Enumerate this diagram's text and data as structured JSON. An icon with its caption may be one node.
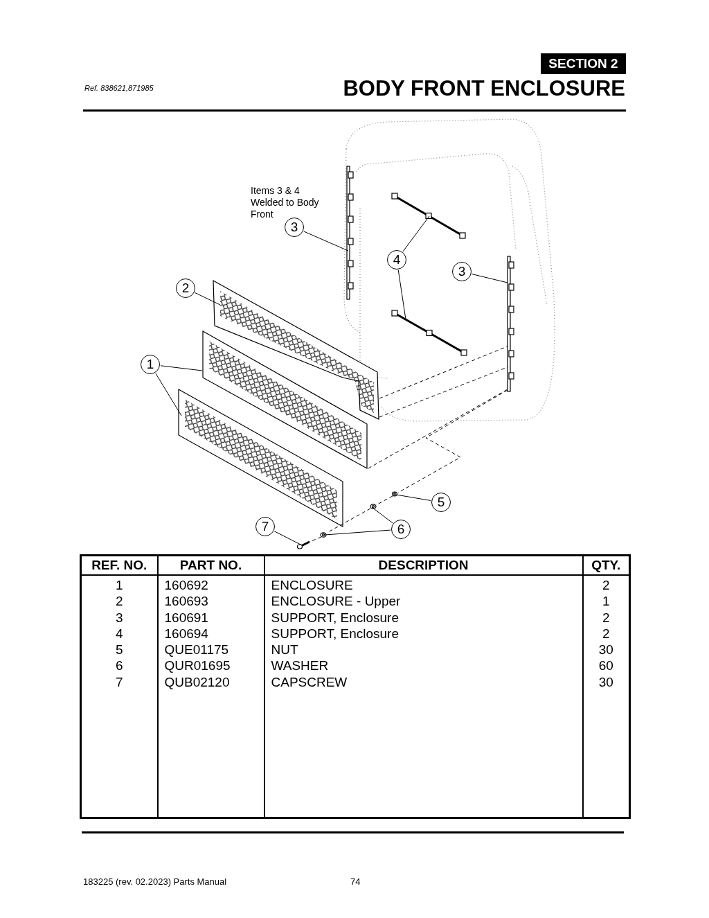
{
  "diagram": {
    "title": "BODY FRONT ENCLOSURE",
    "nodes": [
      {
        "text": [
          "3"
        ]
      },
      {
        "text": [
          "4"
        ]
      },
      {
        "text": [
          "3"
        ]
      },
      {
        "text": [
          "2"
        ]
      },
      {
        "text": [
          "1"
        ]
      },
      {
        "text": [
          "5"
        ]
      },
      {
        "text": [
          "7"
        ]
      },
      {
        "text": [
          "6"
        ]
      },
      {
        "text": [],
        "shape": "picture"
      },
      {
        "text": [],
        "shape": "picture"
      },
      {
        "text": [],
        "shape": "picture"
      },
      {
        "text": [],
        "shape": "picture"
      },
      {
        "text": [],
        "shape": "picture"
      },
      {
        "text": [],
        "shape": "picture"
      },
      {
        "text": [],
        "shape": "picture"
      },
      {
        "text": [],
        "shape": "picture"
      },
      {
        "text": [],
        "shape": "picture"
      },
      {
        "text": [],
        "shape": "picture"
      },
      {
        "text": [],
        "shape": "picture"
      }
    ],
    "edges": [
      {
        "from": 0,
        "to": 8,
        "arrow": "none"
      },
      {
        "from": 1,
        "to": 9,
        "arrow": "none"
      },
      {
        "from": 1,
        "to": 11,
        "arrow": "none"
      },
      {
        "from": 2,
        "to": 10,
        "arrow": "none"
      },
      {
        "from": 3,
        "to": 12,
        "arrow": "none"
      },
      {
        "from": 4,
        "to": 13,
        "arrow": "none"
      },
      {
        "from": 4,
        "to": 14,
        "arrow": "none"
      },
      {
        "from": 5,
        "to": 15,
        "arrow": "none"
      },
      {
        "from": 7,
        "to": 16,
        "arrow": "none"
      },
      {
        "from": 7,
        "to": 17,
        "arrow": "none"
      },
      {
        "from": 6,
        "to": 18,
        "arrow": "none"
      },
      {
        "from": 12,
        "to": 10,
        "arrow": "none",
        "style": "dashed"
      },
      {
        "from": 12,
        "to": 10,
        "arrow": "none",
        "style": "dashed"
      },
      {
        "from": 13,
        "to": 10,
        "arrow": "none",
        "style": "dashed"
      },
      {
        "from": 10,
        "to": 15,
        "arrow": "none",
        "style": "dashed"
      },
      {
        "from": 15,
        "to": 16,
        "arrow": "none",
        "style": "dashed"
      },
      {
        "from": 16,
        "to": 17,
        "arrow": "none",
        "style": "dashed"
      },
      {
        "from": 17,
        "to": 18,
        "arrow": "none",
        "style": "dashed"
      }
    ],
    "labels": [
      "SECTION 2",
      "Ref. 838621,871985",
      "Items 3 & 4 Welded to Body Front",
      "REF. NO.",
      "PART NO.",
      "DESCRIPTION",
      "QTY.",
      "1",
      "160692",
      "ENCLOSURE",
      "2",
      "2",
      "160693",
      "ENCLOSURE - Upper",
      "1",
      "3",
      "160691",
      "SUPPORT, Enclosure",
      "2",
      "4",
      "160694",
      "SUPPORT, Enclosure",
      "2",
      "5",
      "QUE01175",
      "NUT",
      "30",
      "6",
      "QUR01695",
      "WASHER",
      "60",
      "7",
      "QUB02120",
      "CAPSCREW",
      "30",
      "183225 (rev. 02.2023) Parts Manual",
      "74"
    ]
  }
}
